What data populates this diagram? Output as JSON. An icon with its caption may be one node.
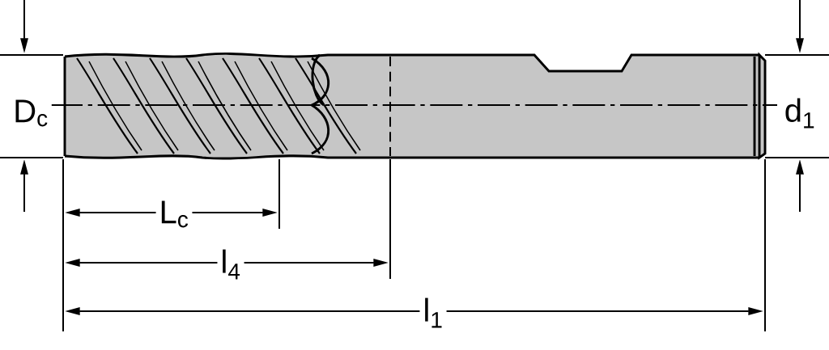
{
  "diagram": {
    "labels": [
      "D$_{c}$",
      "d$_{1}$",
      "L$_{c}$",
      "l$_{4}$",
      "l$_{1}$"
    ]
  }
}
